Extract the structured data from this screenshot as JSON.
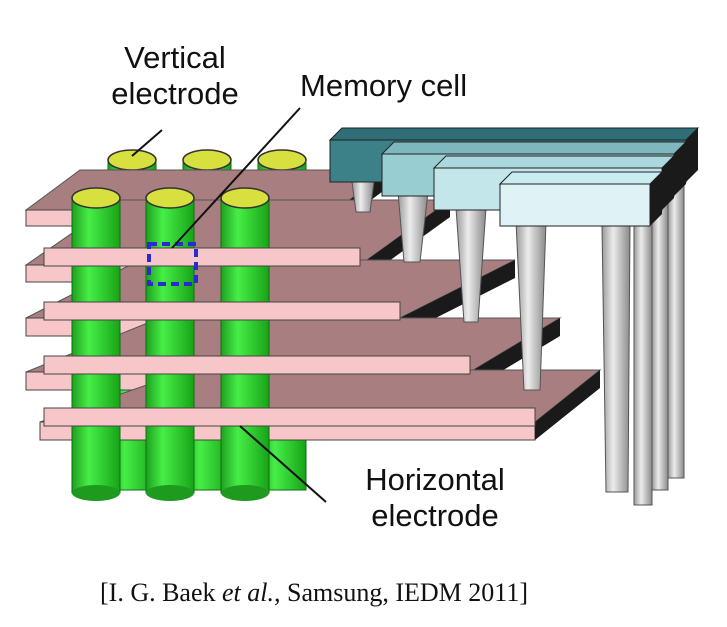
{
  "labels": {
    "vertical_electrode": [
      "Vertical",
      "electrode"
    ],
    "memory_cell": "Memory cell",
    "horizontal_electrode": [
      "Horizontal",
      "electrode"
    ]
  },
  "citation": {
    "before": "[I. G. Baek ",
    "italic": "et al.,",
    "after": " Samsung, IEDM 2011]"
  },
  "colors": {
    "pillar_green": "#33dd33",
    "pillar_top": "#d8e040",
    "plate_pink": "#f7c6c8",
    "plate_shadow": "#a87e80",
    "plate_edge": "#1a1a1a",
    "cell_box": "#2a2ad0",
    "contact_gray": "#cfcfcf",
    "bar_colors": [
      "#3c8088",
      "#98ced2",
      "#c3e6ea",
      "#dff3f6"
    ]
  }
}
